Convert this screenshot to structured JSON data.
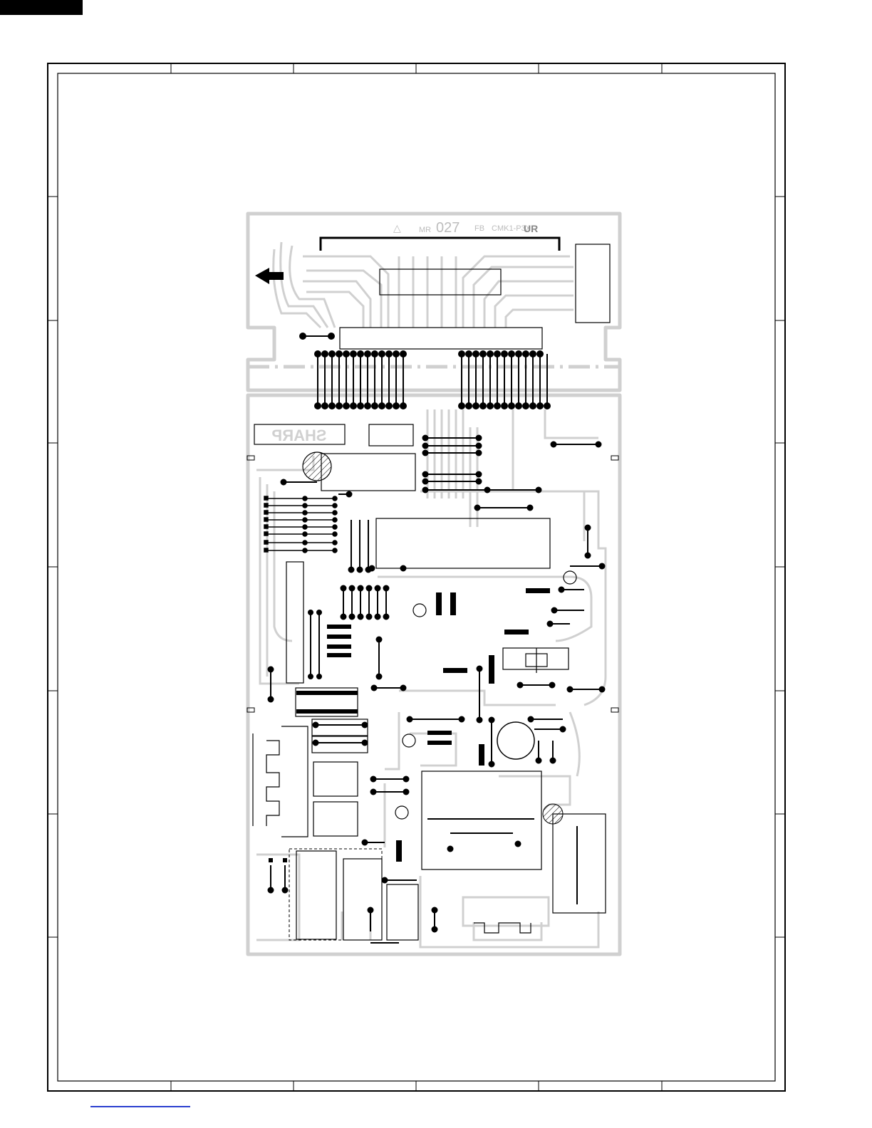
{
  "page": {
    "background": "#ffffff"
  },
  "board": {
    "text_vendor": "CMK1-P3X",
    "text_code_prefix": "FB",
    "text_code_number": "027",
    "text_code_suffix": "MR",
    "text_maker": "SHARP",
    "colors": {
      "trace": "#d3d3d3",
      "outline": "#000000",
      "component": "#000000"
    }
  },
  "frame": {
    "zone_count_horizontal": 6,
    "zone_count_vertical": 8
  }
}
